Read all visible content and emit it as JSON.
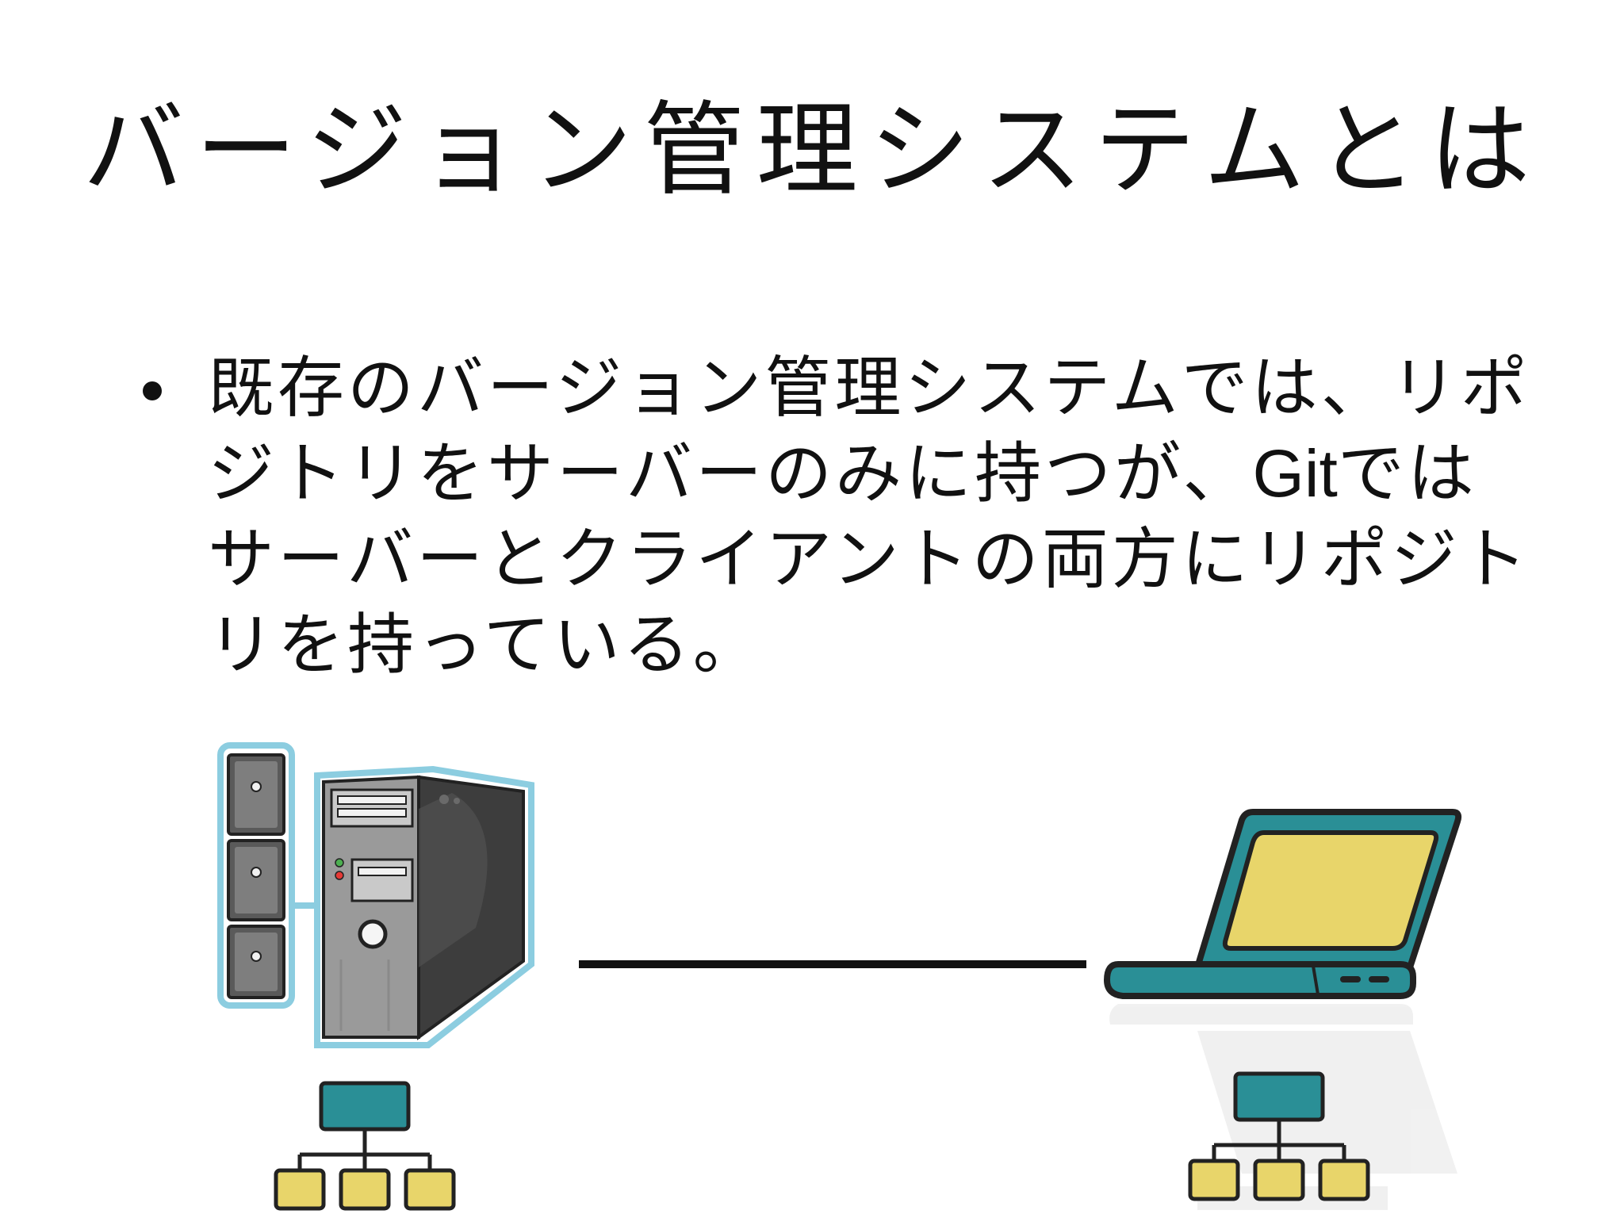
{
  "slide": {
    "title": "バージョン管理システムとは",
    "bullets": [
      {
        "before_git": "既存のバージョン管理システムでは、リポジトリをサーバーのみに持つが、",
        "git": "Git",
        "after_git": "ではサーバーとクライアントの両方にリポジトリを持っている。"
      }
    ]
  },
  "illustration": {
    "icons": [
      "server-icon",
      "storage-rack-icon",
      "laptop-icon",
      "repository-tree-icon",
      "connection-line"
    ],
    "colors": {
      "teal": "#2a8f96",
      "yellow": "#e8d56a",
      "light_blue_outline": "#8ccde0",
      "server_gray": "#7c7c7c",
      "server_dark": "#3d3d3d"
    }
  }
}
